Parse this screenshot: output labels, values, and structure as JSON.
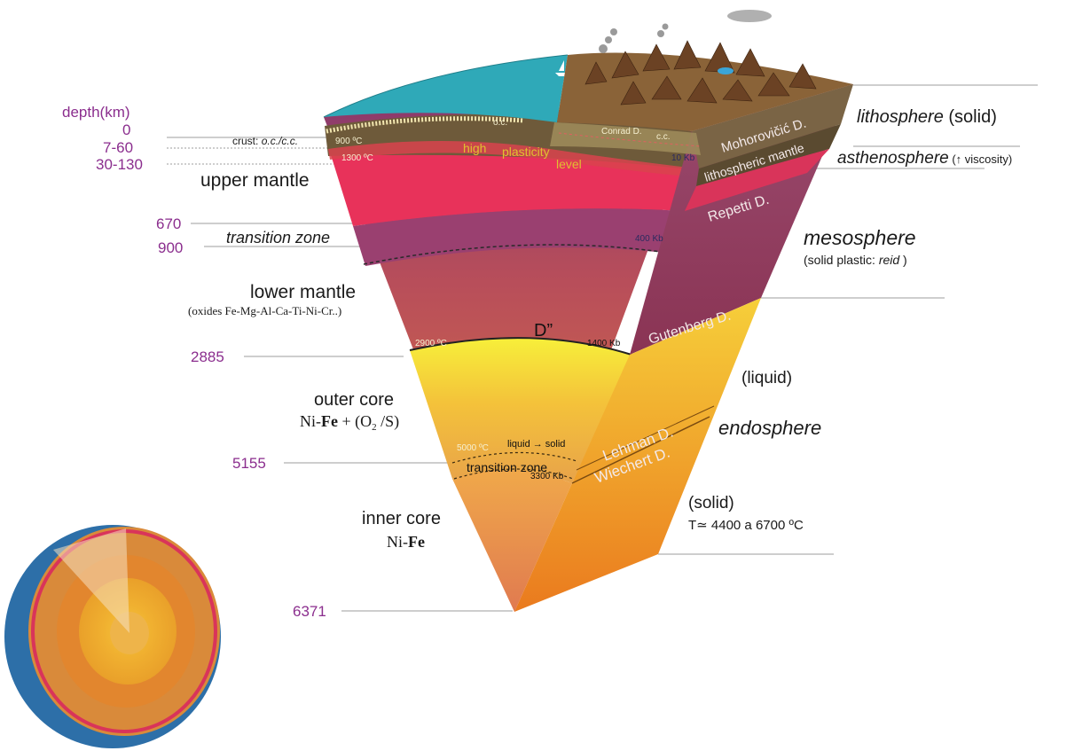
{
  "depth_header": "depth(km)",
  "depths": {
    "d0": "0",
    "d7": "7-60",
    "d30": "30-130",
    "d670": "670",
    "d900": "900",
    "d2885": "2885",
    "d5155": "5155",
    "d6371": "6371"
  },
  "left_labels": {
    "crust_prefix": "crust:",
    "crust_types": "o.c./c.c.",
    "upper_mantle": "upper mantle",
    "transition_zone": "transition zone",
    "lower_mantle": "lower mantle",
    "lower_mantle_oxides": "(oxides Fe-Mg-Al-Ca-Ti-Ni-Cr..)",
    "outer_core": "outer core",
    "outer_core_ni": "Ni-",
    "outer_core_fe": "Fe",
    "outer_core_rest": " + (O",
    "outer_core_sub": "2",
    "outer_core_end": " /S)",
    "inner_core": "inner core",
    "inner_core_ni": "Ni-",
    "inner_core_fe": "Fe"
  },
  "right_labels": {
    "lithosphere": "lithosphere",
    "lithosphere_state": " (solid)",
    "asthenosphere": "asthenosphere",
    "asthenosphere_note": " (↑ viscosity)",
    "mesosphere": "mesosphere",
    "mesosphere_note_a": "(solid plastic: ",
    "mesosphere_note_b": "reid",
    "mesosphere_note_c": " )",
    "liquid": "(liquid)",
    "endosphere": "endosphere",
    "solid": "(solid)",
    "temperature": "T≃ 4400 a 6700 ºC"
  },
  "block_labels": {
    "oc": "o.c.",
    "conrad": "Conrad D.",
    "cc": "c.c.",
    "t900": "900 ºC",
    "t1300": "1300 ºC",
    "high": "high",
    "plasticity": "plasticity",
    "level": "level",
    "p10": "10 Kb",
    "p400": "400 Kb",
    "t2900": "2900 ºC",
    "d_double_prime": "D”",
    "p1400": "1400 Kb",
    "t5000": "5000 ºC",
    "liquid_solid": "liquid → solid",
    "core_transition": "transition zone",
    "p3300": "3300 Kb"
  },
  "face_labels": {
    "mohorovicic": "Mohorovičić D.",
    "lithospheric_mantle": "lithospheric mantle",
    "repetti": "Repetti D.",
    "gutenberg": "Gutenberg D.",
    "lehman": "Lehman D.",
    "wiechert": "Wiechert D."
  },
  "colors": {
    "depth_text": "#8b2e8e",
    "ocean": "#2fa9b8",
    "asthenosphere": "#e8325a",
    "outer_core": "#f2e437",
    "inner_core": "#f0a030"
  }
}
